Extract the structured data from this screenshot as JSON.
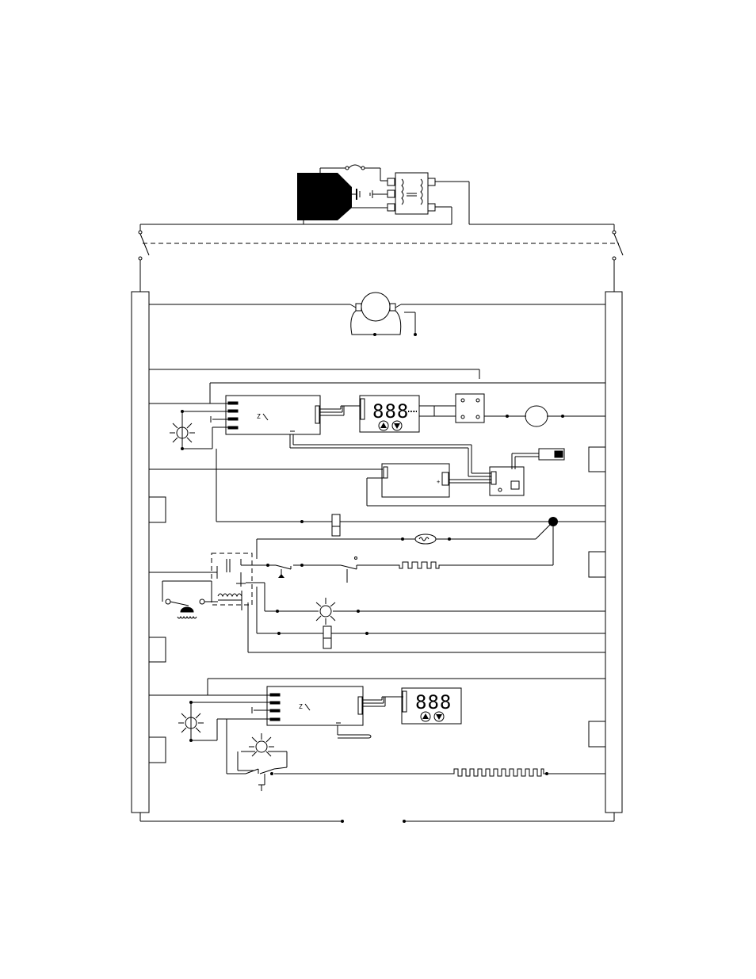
{
  "diagram": {
    "kind": "electrical wiring schematic",
    "icons": [
      "power-inlet-icon",
      "fuse-icon",
      "line-filter-icon",
      "main-switch-icon",
      "fan-motor-icon",
      "controller-board-icon",
      "digital-display-icon",
      "relay-icon",
      "pump-motor-icon",
      "sensor-module-icon",
      "thermostat-probe-icon",
      "pressure-switch-icon",
      "lamp-icon",
      "heating-element-icon",
      "ground-icon",
      "transformer-coil-icon",
      "terminal-block-icon"
    ],
    "displays": [
      {
        "digits": "888",
        "buttons": [
          "up",
          "down"
        ]
      },
      {
        "digits": "888",
        "buttons": [
          "up",
          "down"
        ]
      }
    ]
  }
}
